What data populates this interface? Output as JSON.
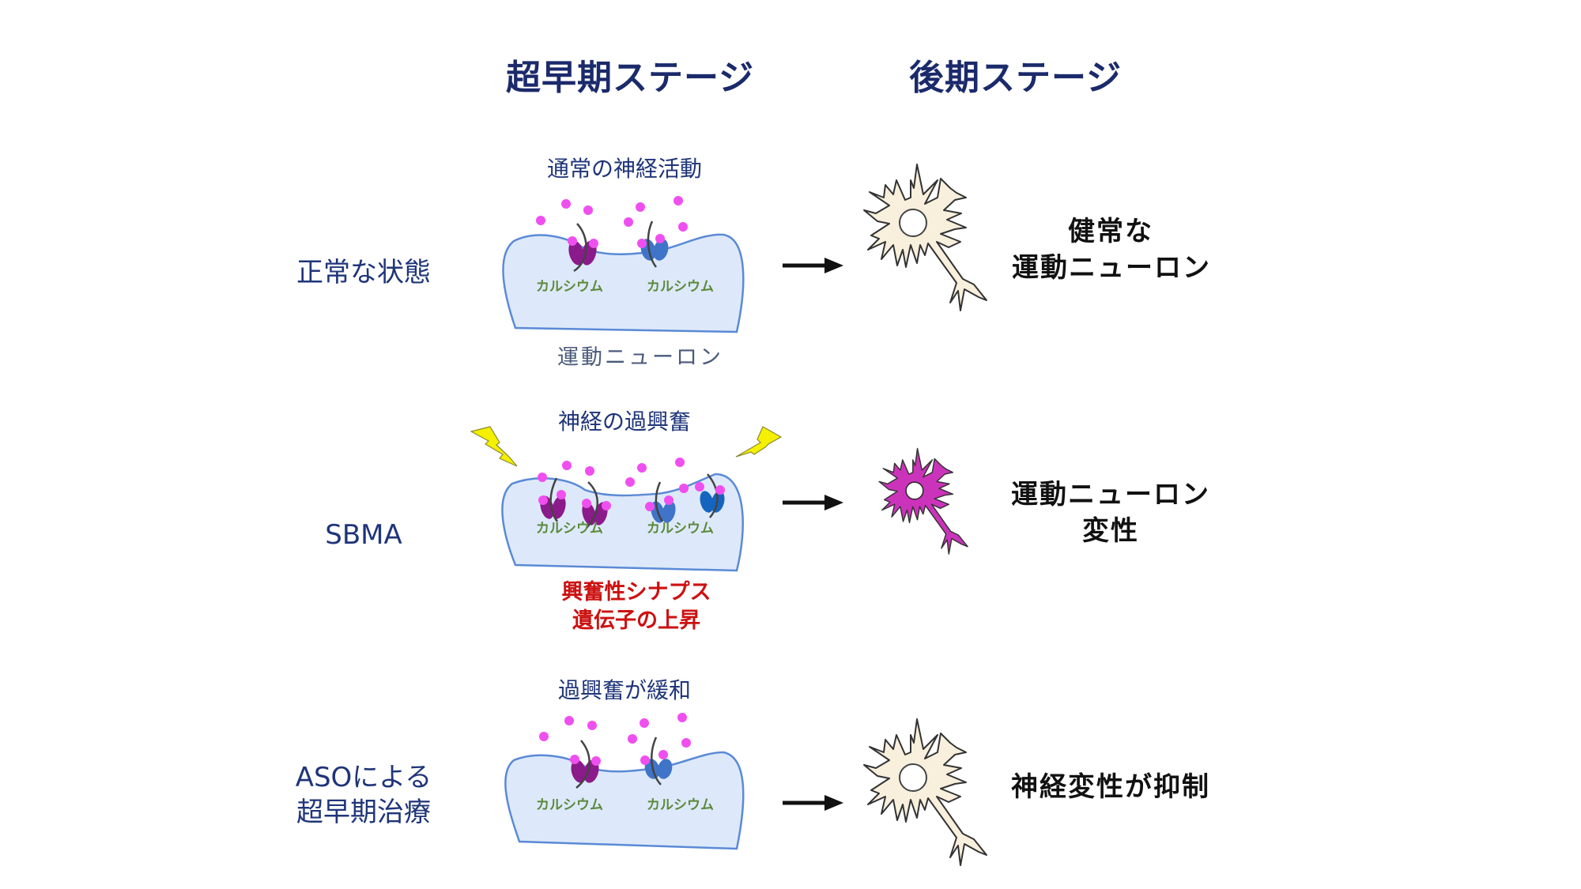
{
  "headers": {
    "early": "超早期ステージ",
    "late": "後期ステージ"
  },
  "rows": [
    {
      "id": "normal",
      "label": [
        "正常な状態"
      ],
      "stage_caption": "通常の神経活動",
      "membrane_caption": "運動ニューロン",
      "channel_labels": [
        "カルシウム",
        "カルシウム"
      ],
      "neuron_state": "healthy",
      "outcome": [
        "健常な",
        "運動ニューロン"
      ]
    },
    {
      "id": "sbma",
      "label": [
        "SBMA"
      ],
      "stage_caption": "神経の過興奮",
      "red_caption": [
        "興奮性シナプス",
        "遺伝子の上昇"
      ],
      "channel_labels": [
        "カルシウム",
        "カルシウム"
      ],
      "neuron_state": "degenerating",
      "outcome": [
        "運動ニューロン",
        "変性"
      ]
    },
    {
      "id": "aso",
      "label": [
        "ASOによる",
        "超早期治療"
      ],
      "stage_caption": "過興奮が緩和",
      "channel_labels": [
        "カルシウム",
        "カルシウム"
      ],
      "neuron_state": "healthy",
      "outcome": [
        "神経変性が抑制"
      ]
    }
  ],
  "colors": {
    "header_text": "#1b2a6b",
    "label_text": "#1f3579",
    "membrane_fill": "#dde9fa",
    "membrane_stroke": "#5b8ad6",
    "channel_purple": "#8b1a8b",
    "channel_blue": "#3f74c8",
    "channel_blue_dark": "#1565c0",
    "calcium_dot": "#f04ff0",
    "calcium_label": "#5c8a3c",
    "healthy_neuron": "#f8efdc",
    "degenerating_neuron": "#cc33bb",
    "lightning": "#f5f000",
    "red_caption": "#cc1111"
  },
  "icons": {
    "arrow": "right-arrow-icon",
    "lightning": "lightning-bolt-icon",
    "neuron": "neuron-icon",
    "ion_channel": "ion-channel-icon"
  }
}
